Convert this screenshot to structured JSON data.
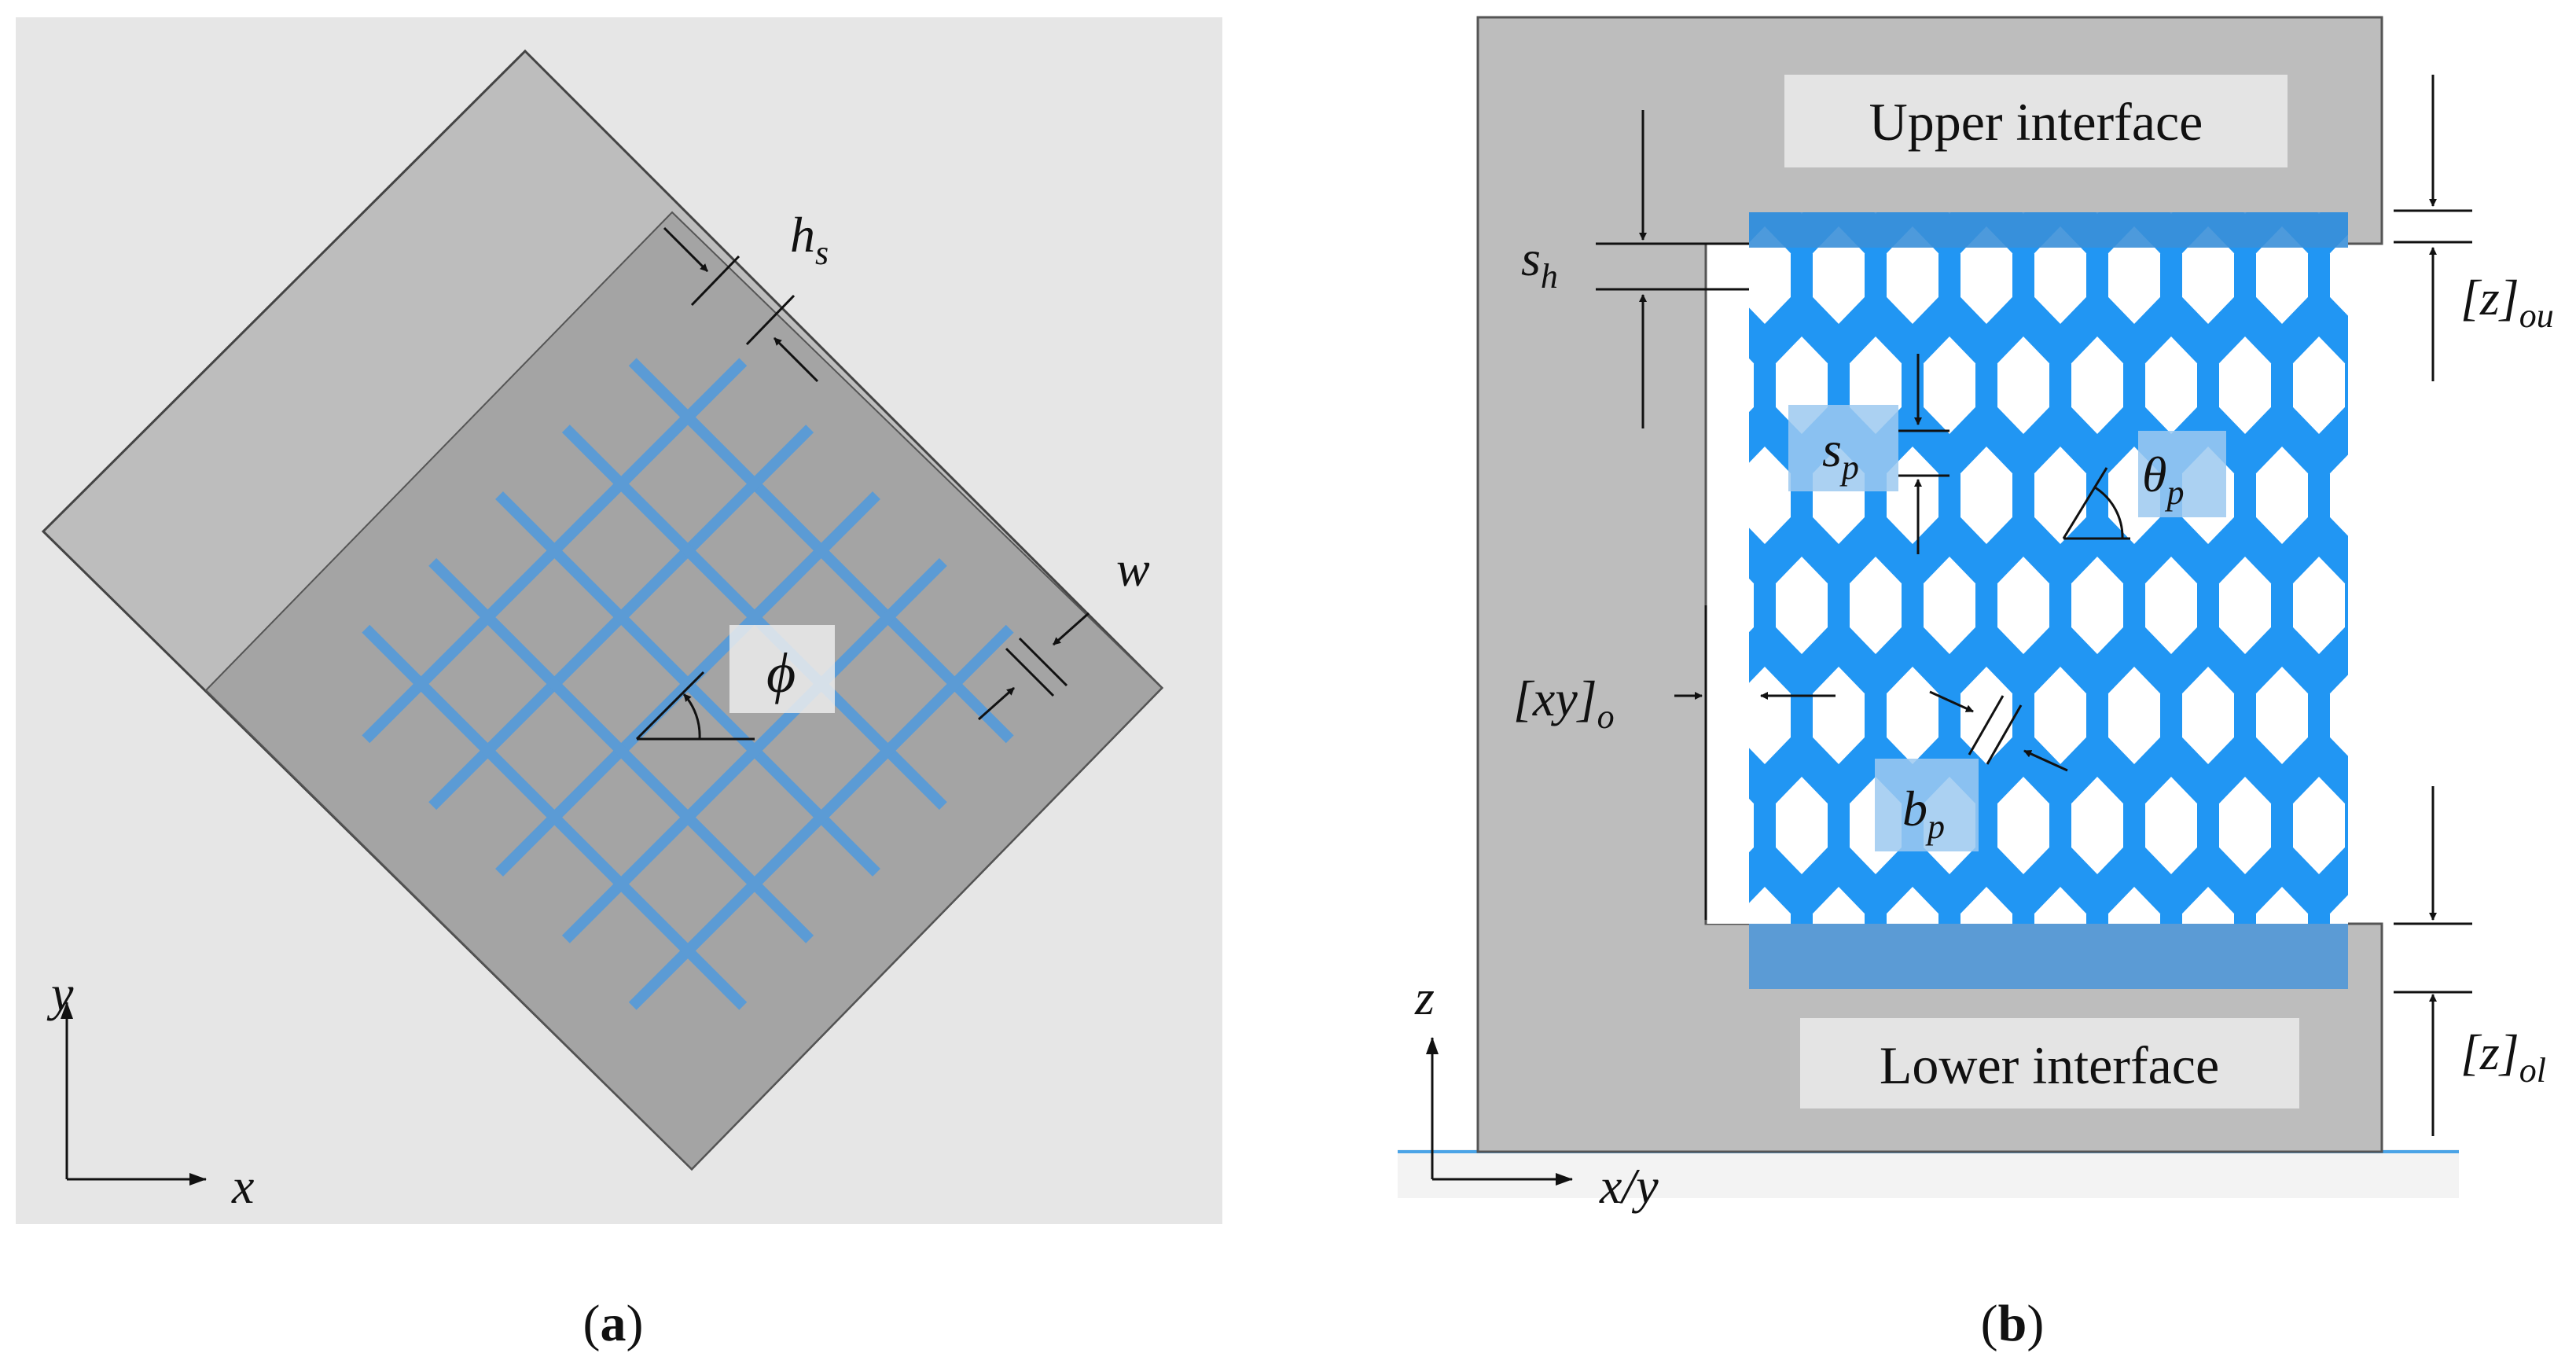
{
  "panel_a": {
    "caption_open": "(",
    "caption_letter": "a",
    "caption_close": ")",
    "labels": {
      "hs_main": "h",
      "hs_sub": "s",
      "w": "w",
      "phi": "ϕ",
      "x": "x",
      "y": "y"
    }
  },
  "panel_b": {
    "caption_open": "(",
    "caption_letter": "b",
    "caption_close": ")",
    "upper_interface": "Upper interface",
    "lower_interface": "Lower interface",
    "labels": {
      "sh_main": "s",
      "sh_sub": "h",
      "sp_main": "s",
      "sp_sub": "p",
      "theta_main": "θ",
      "theta_sub": "p",
      "bp_main": "b",
      "bp_sub": "p",
      "xyo_main": "[xy]",
      "xyo_sub": "o",
      "zou_main": "[z]",
      "zou_sub": "ou",
      "zol_main": "[z]",
      "zol_sub": "ol",
      "z": "z",
      "xy": "x/y"
    }
  },
  "colors": {
    "panel_bg": "#e6e6e6",
    "block_gray": "#bfbfbf",
    "block_dark": "#9e9e9e",
    "lattice_blue": "#5b9bd5",
    "fabric_blue": "#2196f3",
    "overlay_blue": "#5b9bd5",
    "label_box": "#e4e4e4"
  }
}
